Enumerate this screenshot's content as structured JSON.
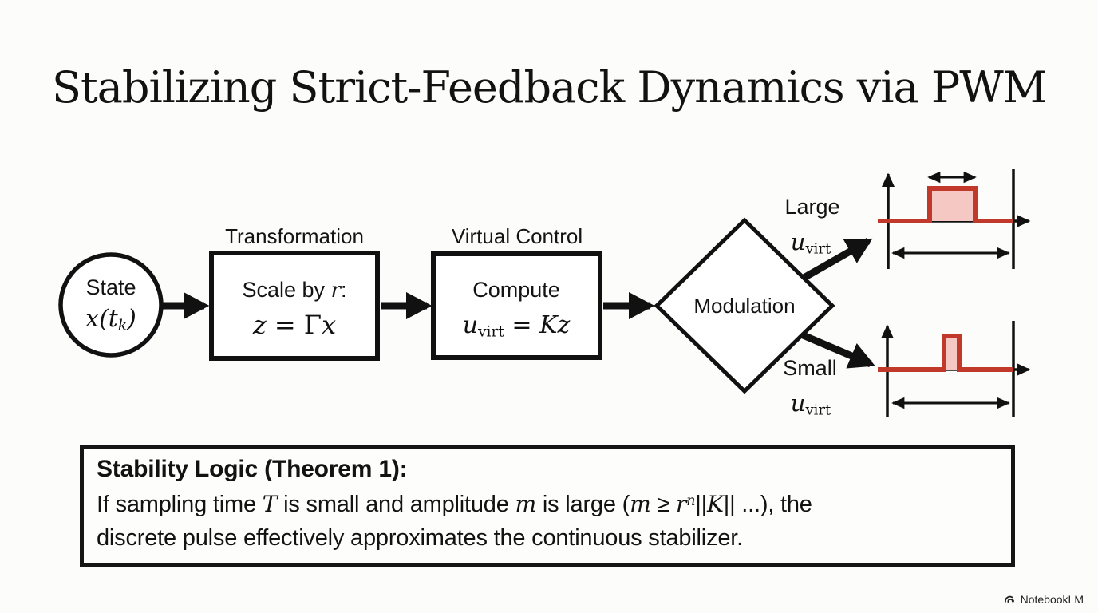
{
  "title": "Stabilizing Strict-Feedback Dynamics via PWM",
  "colors": {
    "background": "#fcfcfa",
    "ink": "#111111",
    "accent_red": "#c0392b",
    "pulse_fill": "#f5c8c4"
  },
  "flow": {
    "state": {
      "label": "State",
      "math": {
        "pre": "x(t",
        "sub": "k",
        "post": ")"
      }
    },
    "transformation": {
      "caption": "Transformation",
      "line1": {
        "pre": "Scale by ",
        "var": "r",
        "post": ":"
      },
      "formula": {
        "z": "z",
        "eq": " = Γ",
        "x": "x"
      }
    },
    "virtual_control": {
      "caption": "Virtual Control",
      "line1": "Compute",
      "formula": {
        "u": "u",
        "sub": "virt",
        "eq": " = ",
        "K": "K",
        "z": "z"
      }
    },
    "modulation": {
      "label": "Modulation"
    },
    "large_branch": {
      "label": "Large",
      "u": "u",
      "sub": "virt"
    },
    "small_branch": {
      "label": "Small",
      "u": "u",
      "sub": "virt"
    }
  },
  "theorem": {
    "heading": "Stability Logic (Theorem 1):",
    "line2": {
      "t1": "If sampling time ",
      "T": "T",
      "t2": " is small and amplitude ",
      "m1": "m",
      "t3": " is large (",
      "m2": "m",
      "t4": " ≥ ",
      "r": "r",
      "n": "n",
      "t5": "||",
      "K": "K",
      "t6": "|| ...), the"
    },
    "line3": "discrete pulse effectively approximates the continuous stabilizer."
  },
  "watermark": {
    "label": "NotebookLM"
  }
}
